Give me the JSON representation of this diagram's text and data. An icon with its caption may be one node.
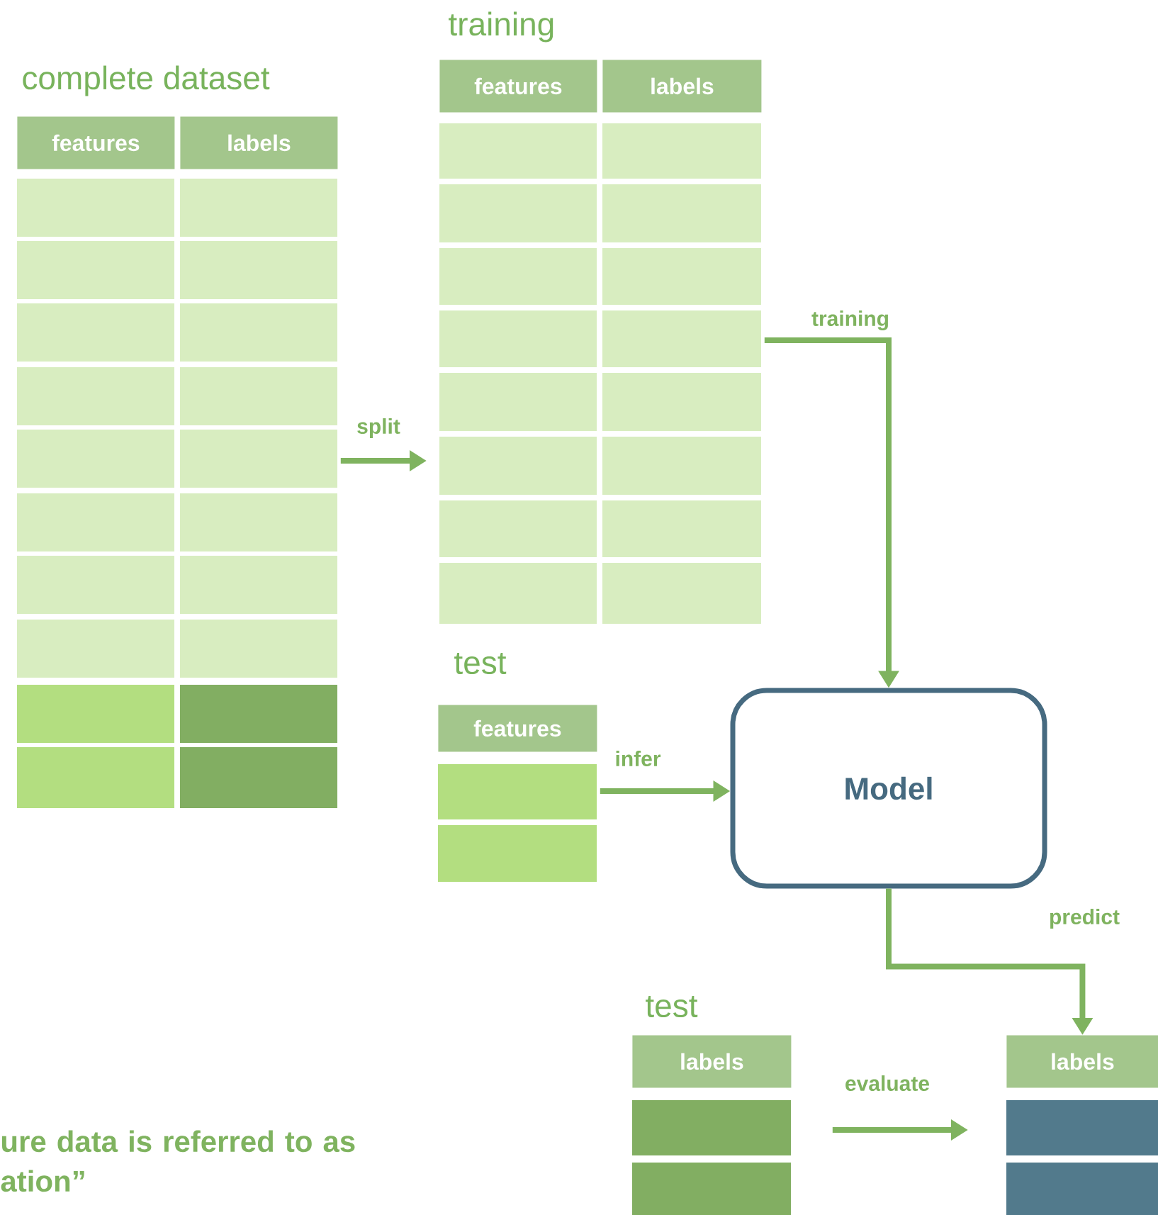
{
  "diagram": {
    "nodes": [
      {
        "text": [
          "complete dataset"
        ]
      },
      {
        "text": [
          "features"
        ],
        "in": 0
      },
      {
        "text": [
          "labels"
        ],
        "in": 0
      },
      {
        "text": [
          "training"
        ]
      },
      {
        "text": [
          "features"
        ],
        "in": 3
      },
      {
        "text": [
          "labels"
        ],
        "in": 3
      },
      {
        "text": [
          "test"
        ]
      },
      {
        "text": [
          "features"
        ],
        "in": 6
      },
      {
        "text": [
          "Model"
        ]
      },
      {
        "text": [
          "test"
        ]
      },
      {
        "text": [
          "labels"
        ],
        "in": 9
      },
      {
        "text": [
          "labels"
        ]
      }
    ],
    "edges": [
      {
        "from": 0,
        "to": 3,
        "arrow": "to",
        "label": "split"
      },
      {
        "from": 3,
        "to": 8,
        "arrow": "to",
        "label": "training"
      },
      {
        "from": 6,
        "to": 8,
        "arrow": "to",
        "label": "infer"
      },
      {
        "from": 8,
        "to": 11,
        "arrow": "to",
        "label": "predict"
      },
      {
        "from": 9,
        "to": 11,
        "arrow": "to",
        "label": "evaluate"
      }
    ],
    "labels": [
      "ure data is referred to as ation”"
    ]
  }
}
